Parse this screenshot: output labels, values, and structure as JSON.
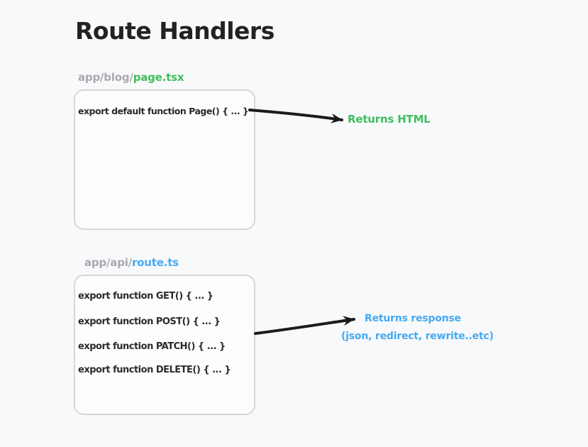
{
  "title": "Route Handlers",
  "page_section": {
    "path_prefix": "app/blog/",
    "file_name": "page.tsx",
    "code": "export default function Page() { ... }",
    "result": "Returns HTML"
  },
  "api_section": {
    "path_prefix": "app/api/",
    "file_name": "route.ts",
    "code_lines": [
      "export function GET() { ... }",
      "export function POST() { ... }",
      "export function PATCH() { ... }",
      "export function DELETE() { ... }"
    ],
    "result_line1": "Returns response",
    "result_line2": "(json, redirect, rewrite..etc)"
  },
  "colors": {
    "background": "#f8f9fa",
    "title_ink": "#222222",
    "code_text": "#2b2b2b",
    "path_gray": "#a9a9ae",
    "green": "#3fbe5e",
    "blue": "#45aaf1",
    "box_border": "#d7d7db",
    "box_fill": "#fdfdfe",
    "arrow": "#1b1b1b"
  }
}
